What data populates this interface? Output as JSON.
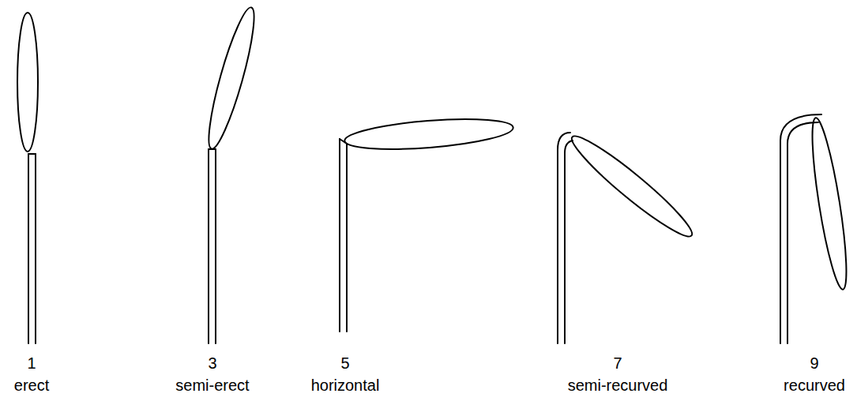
{
  "diagram": {
    "labels": [
      "1",
      "erect",
      "3",
      "semi-erect",
      "5",
      "horizontal",
      "7",
      "semi-recurved",
      "9",
      "recurved"
    ]
  }
}
